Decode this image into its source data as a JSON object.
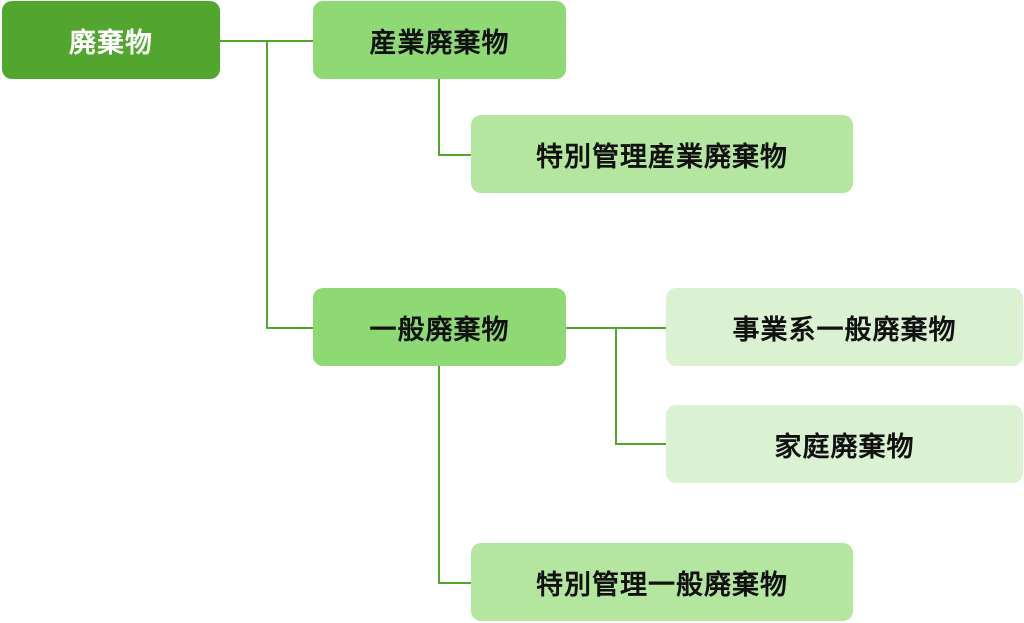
{
  "diagram": {
    "root": {
      "label": "廃棄物"
    },
    "industrial": {
      "label": "産業廃棄物"
    },
    "industrial_special": {
      "label": "特別管理産業廃棄物"
    },
    "general": {
      "label": "一般廃棄物"
    },
    "general_business": {
      "label": "事業系一般廃棄物"
    },
    "general_household": {
      "label": "家庭廃棄物"
    },
    "general_special": {
      "label": "特別管理一般廃棄物"
    }
  },
  "colors": {
    "root": "#52a52f",
    "level1": "#8fd975",
    "level2": "#b4e6a0",
    "level3": "#dbf2d2",
    "connector": "#52a52f"
  }
}
